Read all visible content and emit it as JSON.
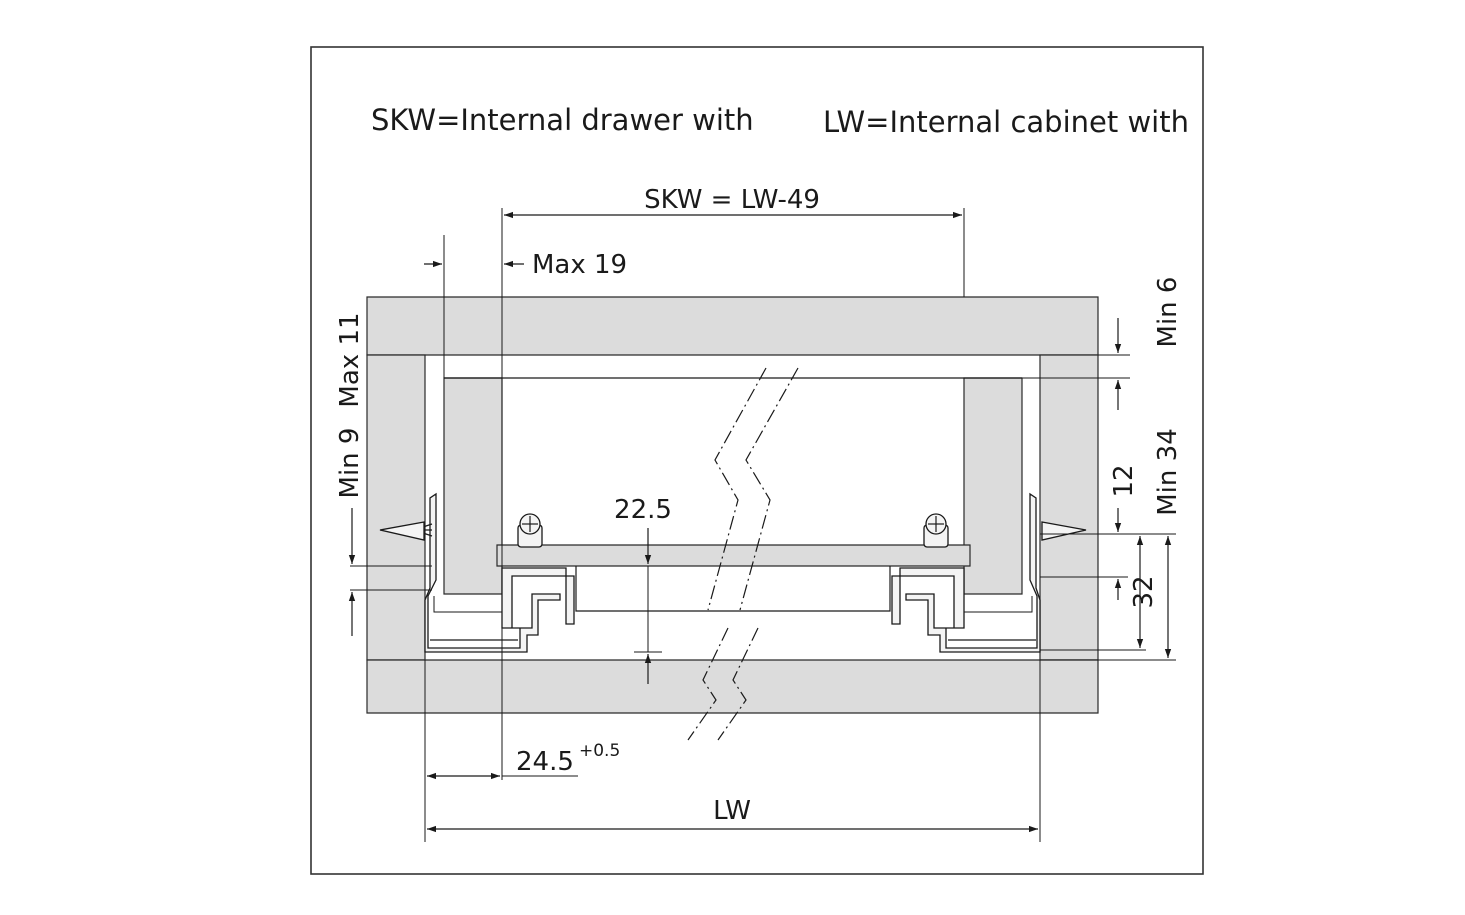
{
  "header": {
    "skw_definition": "SKW=Internal drawer with",
    "lw_definition": "LW=Internal cabinet with"
  },
  "dimensions": {
    "skw_formula": "SKW = LW-49",
    "max_19": "Max 19",
    "min_6": "Min 6",
    "max_11": "Max 11",
    "min_9": "Min 9",
    "min_34": "Min 34",
    "d12": "12",
    "d32": "32",
    "d22_5": "22.5",
    "d24_5": "24.5",
    "d24_5_tolerance": "+0.5",
    "lw": "LW"
  },
  "colors": {
    "panel_fill": "#dcdcdc",
    "line": "#1a1a1a",
    "frame": "#333333"
  }
}
